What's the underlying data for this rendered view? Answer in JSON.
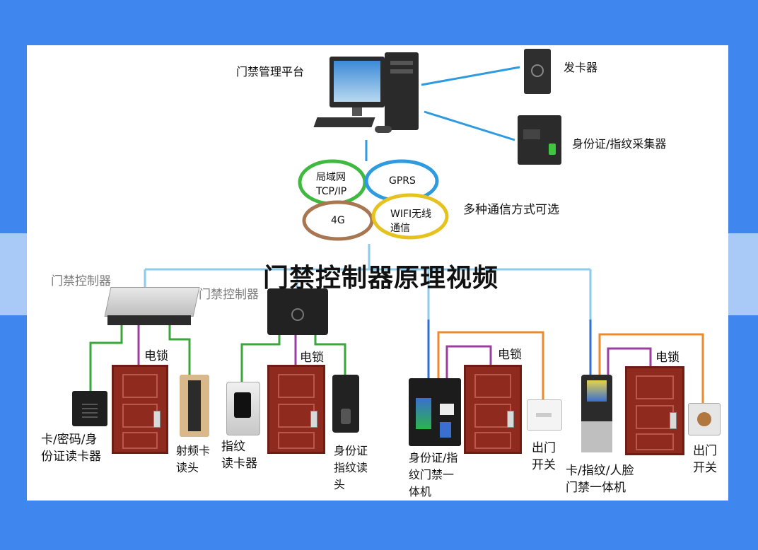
{
  "overlay_title": "门禁控制器原理视频",
  "platform_label": "门禁管理平台",
  "card_issuer_label": "发卡器",
  "id_fp_collector_label": "身份证/指纹采集器",
  "comm_label": "多种通信方式可选",
  "clouds": {
    "lan": "局域网\nTCP/IP",
    "gprs": "GPRS",
    "g4": "4G",
    "wifi": "WIFI无线\n通信"
  },
  "controller_label_1": "门禁控制器",
  "controller_label_2": "门禁控制器",
  "lock_labels": [
    "电锁",
    "电锁",
    "电锁",
    "电锁"
  ],
  "device_labels": {
    "card_pwd_reader": "卡/密码/身\n份证读卡器",
    "rf_reader": "射频卡\n读头",
    "fp_reader": "指纹\n读卡器",
    "id_fp_reader": "身份证\n指纹读\n头",
    "id_fp_terminal": "身份证/指\n纹门禁一\n体机",
    "exit_switch_1": "出门\n开关",
    "card_fp_face_terminal": "卡/指纹/人脸\n门禁一体机",
    "exit_switch_2": "出门\n开关"
  },
  "colors": {
    "background": "#3f86ee",
    "band": "#a9c9f6",
    "network_line": "#8ecbea",
    "green_line": "#3aa73a",
    "purple_line": "#9a3fa0",
    "orange_line": "#ec8a2c",
    "door": "#8f2a1f"
  }
}
